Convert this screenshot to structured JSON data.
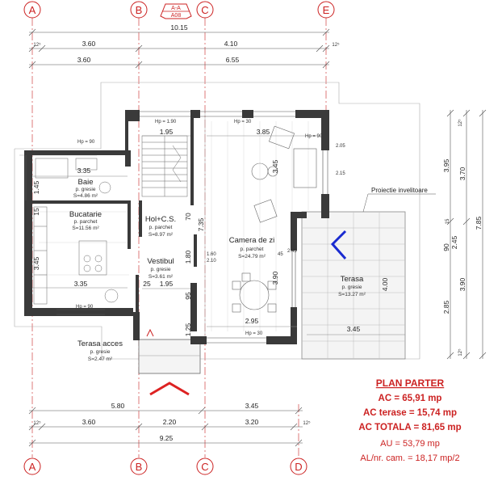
{
  "axes": {
    "top": [
      "A",
      "B",
      "C",
      "E"
    ],
    "bottom": [
      "A",
      "B",
      "C",
      "D"
    ],
    "section_mark": {
      "top": "A-A",
      "bottom": "A08"
    }
  },
  "dims_top": {
    "overall": "10.15",
    "row2": [
      "12⁵",
      "3.60",
      "4.10",
      "12⁵"
    ],
    "row3": [
      "3.60",
      "6.55"
    ]
  },
  "dims_bottom": {
    "row1": [
      "5.80",
      "3.45"
    ],
    "row2": [
      "12⁵",
      "3.60",
      "2.20",
      "3.20",
      "12⁵"
    ],
    "overall": "9.25"
  },
  "dims_right": [
    "12⁵",
    "3.95",
    "3.70",
    "90",
    "2.45",
    "7.85",
    "15",
    "3.90",
    "2.85",
    "12⁵"
  ],
  "dims_interior": [
    "1.95",
    "3.85",
    "3.35",
    "1.45",
    "15",
    "3.45",
    "3.35",
    "25",
    "1.95",
    "70",
    "7.35",
    "1.80",
    "3.45",
    "2.95",
    "3.45",
    "3.90",
    "4.00",
    "95",
    "1.25",
    "2.05",
    "2.15",
    "1.60",
    "2.10",
    "45",
    "2.45"
  ],
  "openings": [
    "Hp = 90",
    "Hp = 1.90",
    "Hp = 30",
    "Hp = 90",
    "Hp = 30",
    "Hp = 90"
  ],
  "rooms": [
    {
      "name": "Baie",
      "floor": "p. gresie",
      "area": "S=4.86 m²"
    },
    {
      "name": "Bucatarie",
      "floor": "p. parchet",
      "area": "S=11.56 m²"
    },
    {
      "name": "Hol+C.S.",
      "floor": "p. parchet",
      "area": "S=8.97 m²"
    },
    {
      "name": "Vestibul",
      "floor": "p. gresie",
      "area": "S=3.61 m²"
    },
    {
      "name": "Camera de zi",
      "floor": "p. parchet",
      "area": "S=24.79 m²"
    },
    {
      "name": "Terasa",
      "floor": "p. gresie",
      "area": "S=13.27 m²"
    },
    {
      "name": "Terasa acces",
      "floor": "p. gresie",
      "area": "S=2.47 m²"
    }
  ],
  "roof_note": "Proiectie invelitoare",
  "summary": {
    "title": "PLAN PARTER",
    "ac": "AC = 65,91 mp",
    "ac_terase": "AC terase = 15,74 mp",
    "ac_totala": "AC TOTALA = 81,65 mp",
    "au": "AU = 53,79 mp",
    "al_ratio": "AL/nr. cam. = 18,17 mp/2"
  },
  "colors": {
    "axis": "#cc2222",
    "wall": "#3a3a3a",
    "section_arrow": "#1a2bd0",
    "entry_arrow": "#dd2222"
  }
}
